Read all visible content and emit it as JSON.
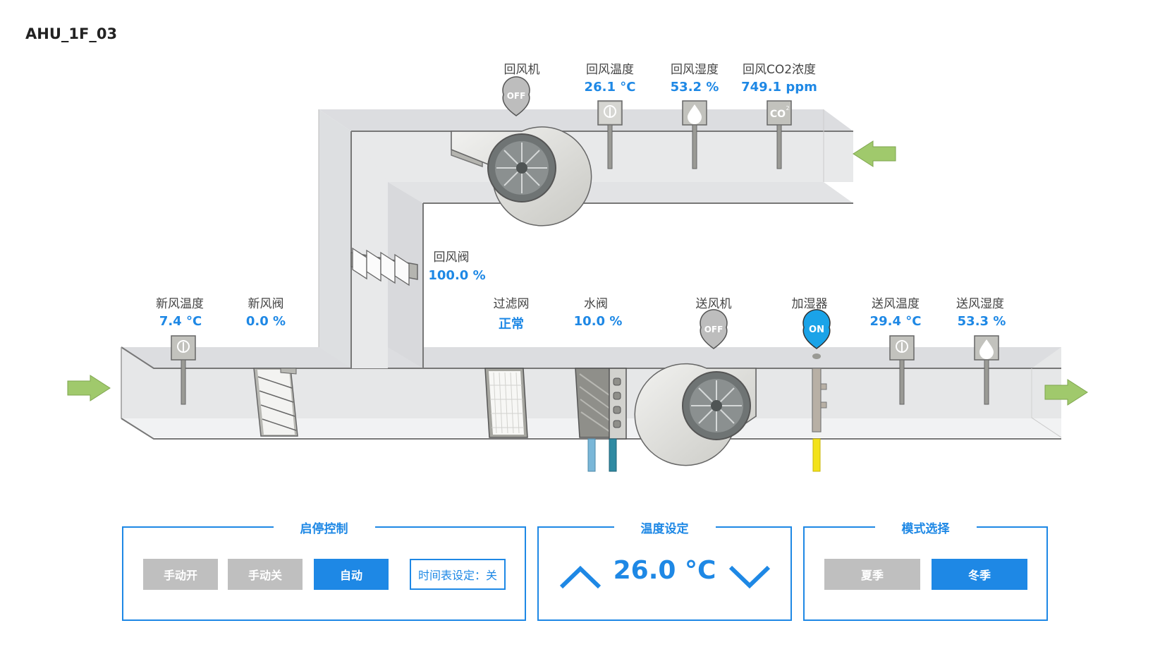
{
  "title": "AHU_1F_03",
  "colors": {
    "accent": "#1e88e5",
    "button_gray": "#bfbfbf",
    "duct_fill": "#e9eaeb",
    "arrow_green": "#a0c96c",
    "fan_on": "#1aa3e8",
    "fan_off": "#bdbdbd"
  },
  "sensors": {
    "return_fan": {
      "label": "回风机",
      "status": "OFF"
    },
    "return_temp": {
      "label": "回风温度",
      "value": "26.1 °C"
    },
    "return_humidity": {
      "label": "回风湿度",
      "value": "53.2 %"
    },
    "return_co2": {
      "label": "回风CO2浓度",
      "value": "749.1 ppm"
    },
    "return_damper": {
      "label": "回风阀",
      "value": "100.0 %"
    },
    "fresh_temp": {
      "label": "新风温度",
      "value": "7.4 °C"
    },
    "fresh_damper": {
      "label": "新风阀",
      "value": "0.0 %"
    },
    "filter": {
      "label": "过滤网",
      "value": "正常"
    },
    "water_valve": {
      "label": "水阀",
      "value": "10.0 %"
    },
    "supply_fan": {
      "label": "送风机",
      "status": "OFF"
    },
    "humidifier": {
      "label": "加湿器",
      "status": "ON"
    },
    "supply_temp": {
      "label": "送风温度",
      "value": "29.4 °C"
    },
    "supply_humidity": {
      "label": "送风湿度",
      "value": "53.3 %"
    }
  },
  "icons": {
    "temp_sensor": "thermometer-icon",
    "humidity_sensor": "water-drop-icon",
    "co2_sensor": "co2-icon",
    "co2_text": "CO"
  },
  "control": {
    "title": "启停控制",
    "manual_on": "手动开",
    "manual_off": "手动关",
    "auto": "自动",
    "schedule": "时间表设定：关",
    "active": "auto"
  },
  "temperature": {
    "title": "温度设定",
    "setpoint": "26.0 °C"
  },
  "mode": {
    "title": "模式选择",
    "summer": "夏季",
    "winter": "冬季",
    "active": "winter"
  }
}
